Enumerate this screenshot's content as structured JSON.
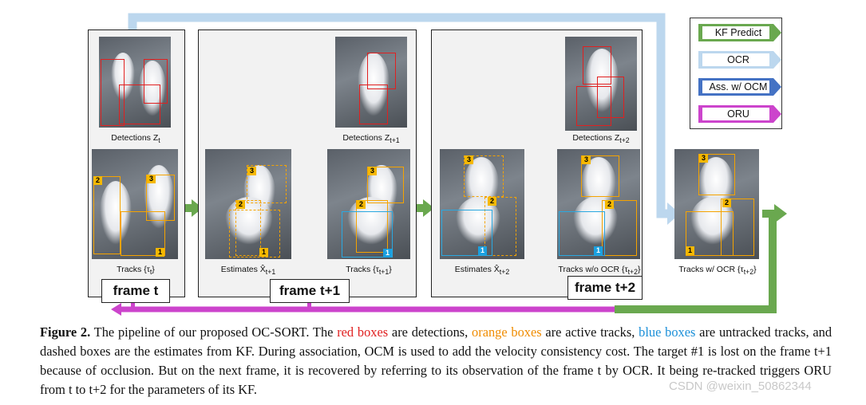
{
  "figure": {
    "frames": [
      {
        "label": "frame t",
        "detections_caption": "Detections Z",
        "detections_sub": "t",
        "tracks_caption": "Tracks {τ",
        "tracks_sub": "t",
        "tracks_close": "}"
      },
      {
        "label": "frame t+1",
        "estimates_caption": "Estimates X̂",
        "estimates_sub": "t+1",
        "detections_caption": "Detections Z",
        "detections_sub": "t+1",
        "tracks_caption": "Tracks {τ",
        "tracks_sub": "t+1",
        "tracks_close": "}"
      },
      {
        "label": "frame t+2",
        "estimates_caption": "Estimates X̂",
        "estimates_sub": "t+2",
        "detections_caption": "Detections Z",
        "detections_sub": "t+2",
        "tracks_caption": "Tracks w/o OCR {τ",
        "tracks_sub": "t+2",
        "tracks_close": "}"
      }
    ],
    "final_tracks": {
      "caption": "Tracks w/ OCR {τ",
      "sub": "t+2",
      "close": "}"
    },
    "track_ids": {
      "one": "1",
      "two": "2",
      "three": "3"
    },
    "legend": [
      {
        "label": "KF Predict",
        "color": "#6aa84f"
      },
      {
        "label": "OCR",
        "color": "#bcd7ee"
      },
      {
        "label": "Ass. w/ OCM",
        "color": "#4472c4"
      },
      {
        "label": "ORU",
        "color": "#cc44cc"
      }
    ],
    "colors": {
      "detections": "#e02020",
      "active_tracks": "#f5a300",
      "untracked": "#2aa8e0"
    }
  },
  "caption": {
    "label": "Figure 2.",
    "part1": " The pipeline of our proposed OC-SORT. The ",
    "red_text": "red boxes",
    "part2": " are detections, ",
    "orange_text": "orange boxes",
    "part3": " are active tracks, ",
    "blue_text": "blue boxes",
    "part4": " are untracked tracks, and dashed boxes are the estimates from KF. During association, OCM is used to add the velocity consistency cost.  The target #1 is lost on the frame t+1 because of occlusion.  But on the next frame, it is recovered by referring to its observation of the frame t by OCR. It being re-tracked triggers ORU from t to t+2 for the parameters of its KF."
  },
  "watermark": "CSDN @weixin_50862344"
}
